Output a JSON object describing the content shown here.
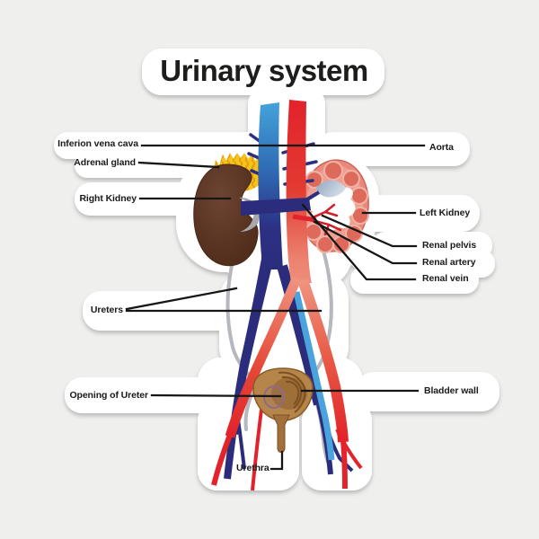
{
  "diagram": {
    "title": "Urinary system",
    "labels_left": [
      {
        "id": "inferior-vena-cava",
        "text": "Inferion vena cava"
      },
      {
        "id": "adrenal-gland",
        "text": "Adrenal gland"
      },
      {
        "id": "right-kidney",
        "text": "Right Kidney"
      },
      {
        "id": "ureters",
        "text": "Ureters"
      },
      {
        "id": "opening-of-ureter",
        "text": "Opening of Ureter"
      }
    ],
    "labels_right": [
      {
        "id": "aorta",
        "text": "Aorta"
      },
      {
        "id": "left-kidney",
        "text": "Left Kidney"
      },
      {
        "id": "renal-pelvis",
        "text": "Renal pelvis"
      },
      {
        "id": "renal-artery",
        "text": "Renal artery"
      },
      {
        "id": "renal-vein",
        "text": "Renal vein"
      },
      {
        "id": "bladder-wall",
        "text": "Bladder wall"
      }
    ],
    "label_bottom": {
      "id": "urethra",
      "text": "Urethra"
    },
    "colors": {
      "background": "#efefee",
      "sticker": "#ffffff",
      "leader_line": "#161616",
      "vena_cava_top": "#45a3dc",
      "vena_cava_bottom": "#2b2d7c",
      "aorta_top": "#e2232b",
      "aorta_bottom": "#ef9480",
      "right_kidney": "#56311f",
      "adrenal_gland": "#f6c419",
      "left_kidney_cortex": "#e8897b",
      "left_kidney_lobes": "#de6a5b",
      "ureter_gray": "#b5b8bc",
      "bladder": "#b5854a",
      "bladder_layers": "#7c5020",
      "urethra": "#a2703c",
      "opening_ring": "#8f6b88",
      "iliac_vein_light_blue": "#4aa3dc"
    }
  }
}
